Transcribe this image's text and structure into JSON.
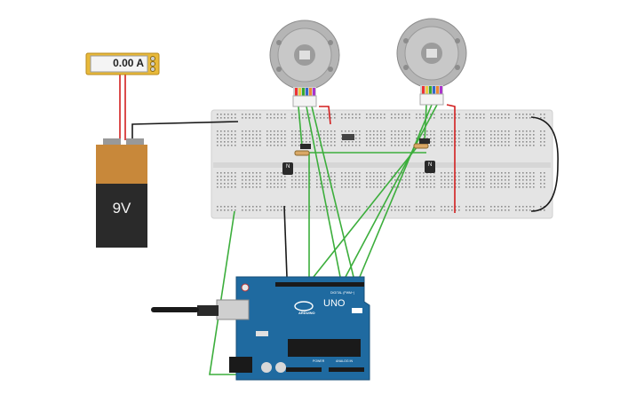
{
  "ammeter": {
    "reading": "0.00 A"
  },
  "battery": {
    "label": "9V"
  },
  "arduino": {
    "model": "UNO",
    "brand": "ARDUINO",
    "digital_header": "DIGITAL (PWM~)",
    "power_header": "POWER",
    "analog_header": "ANALOG IN"
  },
  "transistors": [
    {
      "label": "N"
    },
    {
      "label": "N"
    }
  ],
  "colors": {
    "wire_red": "#d21f1f",
    "wire_green": "#3cae3c",
    "wire_black": "#1a1a1a",
    "arduino_board": "#1f6aa0",
    "breadboard": "#e4e4e4",
    "ammeter_body": "#e8b93a",
    "battery_top": "#c8883a",
    "battery_body": "#2a2a2a"
  }
}
